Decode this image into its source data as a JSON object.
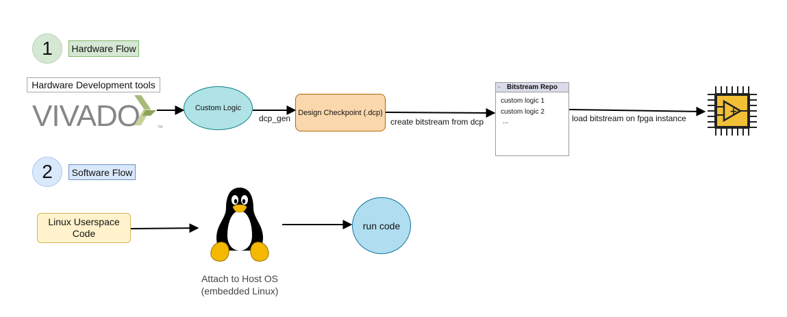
{
  "hardware": {
    "step_number": "1",
    "title": "Hardware Flow",
    "tools_label": "Hardware Development tools",
    "vivado_logo_text": "VIVADO",
    "vivado_tm": "TM",
    "custom_logic": "Custom Logic",
    "design_checkpoint": "Design Checkpoint (.dcp)",
    "edge_dcp_gen": "dcp_gen",
    "edge_create_bitstream": "create bitstream from dcp",
    "repo": {
      "title": "Bitstream Repo",
      "items": [
        "custom logic 1",
        "custom logic 2",
        "..."
      ]
    },
    "edge_load": "load bitstream on fpga instance",
    "fpga_icon": "fpga-chip-icon"
  },
  "software": {
    "step_number": "2",
    "title": "Software Flow",
    "userspace_line1": "Linux Userspace",
    "userspace_line2": "Code",
    "tux_icon": "linux-tux-icon",
    "host_line1": "Attach to Host OS",
    "host_line2": "(embedded Linux)",
    "run_code": "run code"
  },
  "colors": {
    "badge_hw": "#d5e8d4",
    "badge_hw_border": "#b5d0b0",
    "badge_sw": "#dae8fc",
    "badge_sw_border": "#a9c4eb",
    "tag_hw_fill": "#d5e8d4",
    "tag_hw_border": "#82b366",
    "tag_sw_fill": "#dae8fc",
    "tag_sw_border": "#6c8ebf",
    "custom_logic_fill": "#b0e3e6",
    "custom_logic_border": "#0e8088",
    "dcp_fill": "#fad7ac",
    "dcp_border": "#b46504",
    "userspace_fill": "#fff2cc",
    "userspace_border": "#d6b656",
    "run_code_fill": "#b1ddf0",
    "run_code_border": "#10739e",
    "chip_fill": "#f2c037",
    "vivado_green": "#a9b97a"
  }
}
